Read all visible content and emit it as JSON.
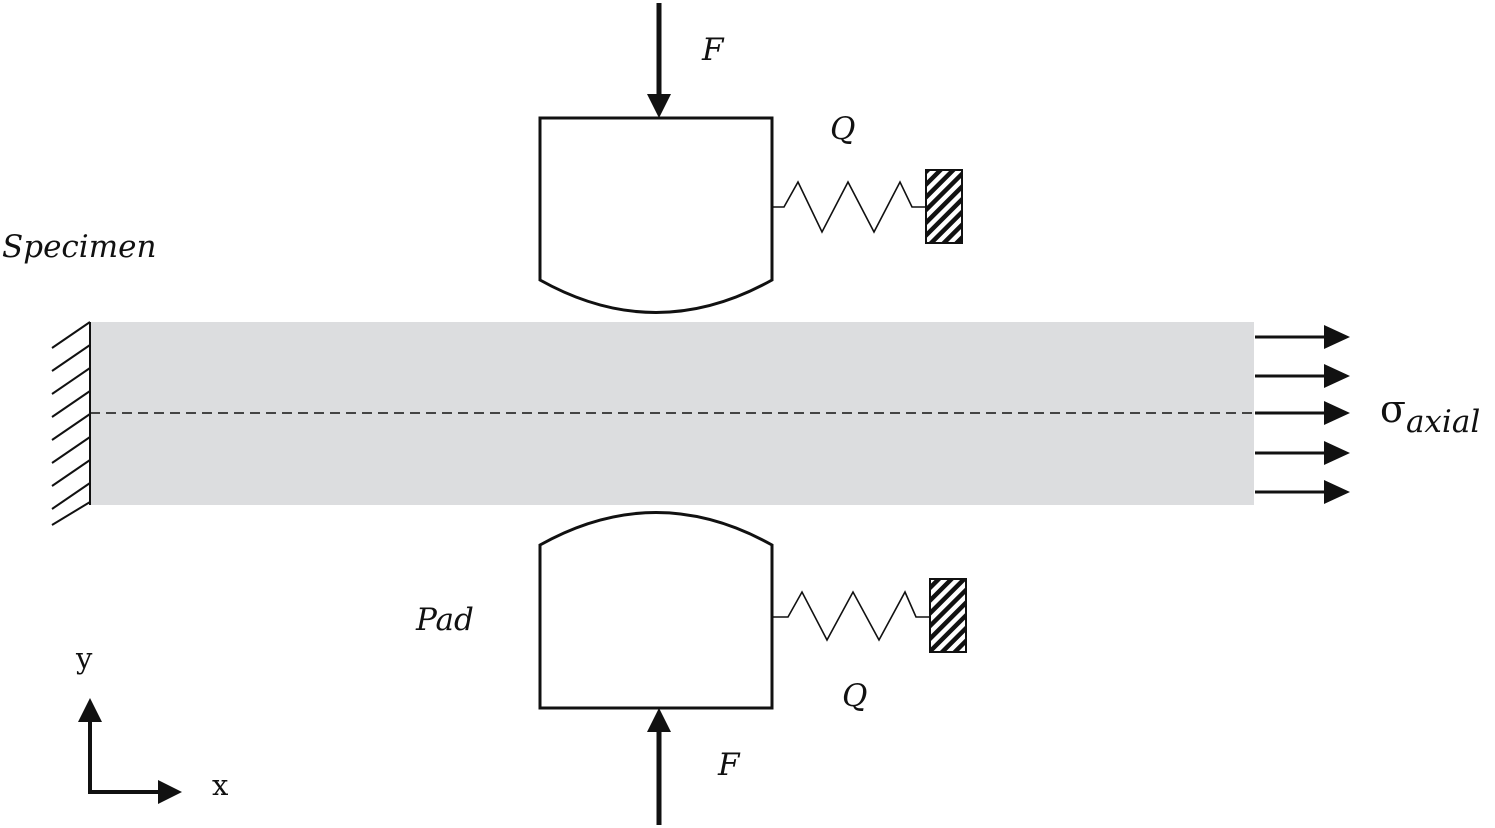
{
  "labels": {
    "specimen": "Specimen",
    "pad": "Pad",
    "force_top": "F",
    "force_bottom": "F",
    "spring_top": "Q",
    "spring_bottom": "Q",
    "stress_symbol": "σ",
    "stress_subscript": "axial",
    "axis_x": "x",
    "axis_y": "y"
  },
  "colors": {
    "specimen_fill": "#dcdddf",
    "ink": "#111111"
  }
}
